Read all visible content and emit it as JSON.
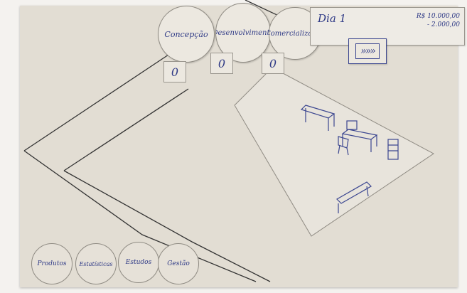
{
  "phases": [
    {
      "label": "Concepção",
      "count": "0"
    },
    {
      "label": "Desenvolvimento",
      "count": "0"
    },
    {
      "label": "Comercialização",
      "count": "0"
    }
  ],
  "hud": {
    "day": "Dia 1",
    "money_balance": "R$ 10.000,00",
    "money_cost": "- 2.000,00"
  },
  "speed_button": {
    "icon": "fast-forward-icon",
    "glyph": "»»»"
  },
  "bottom_menu": [
    {
      "label": "Produtos"
    },
    {
      "label": "Estatísticas"
    },
    {
      "label": "Estudos"
    },
    {
      "label": "Gestão"
    }
  ],
  "colors": {
    "ink": "#2f3a86",
    "paper": "#e2ddd3",
    "pencil": "#333333"
  }
}
